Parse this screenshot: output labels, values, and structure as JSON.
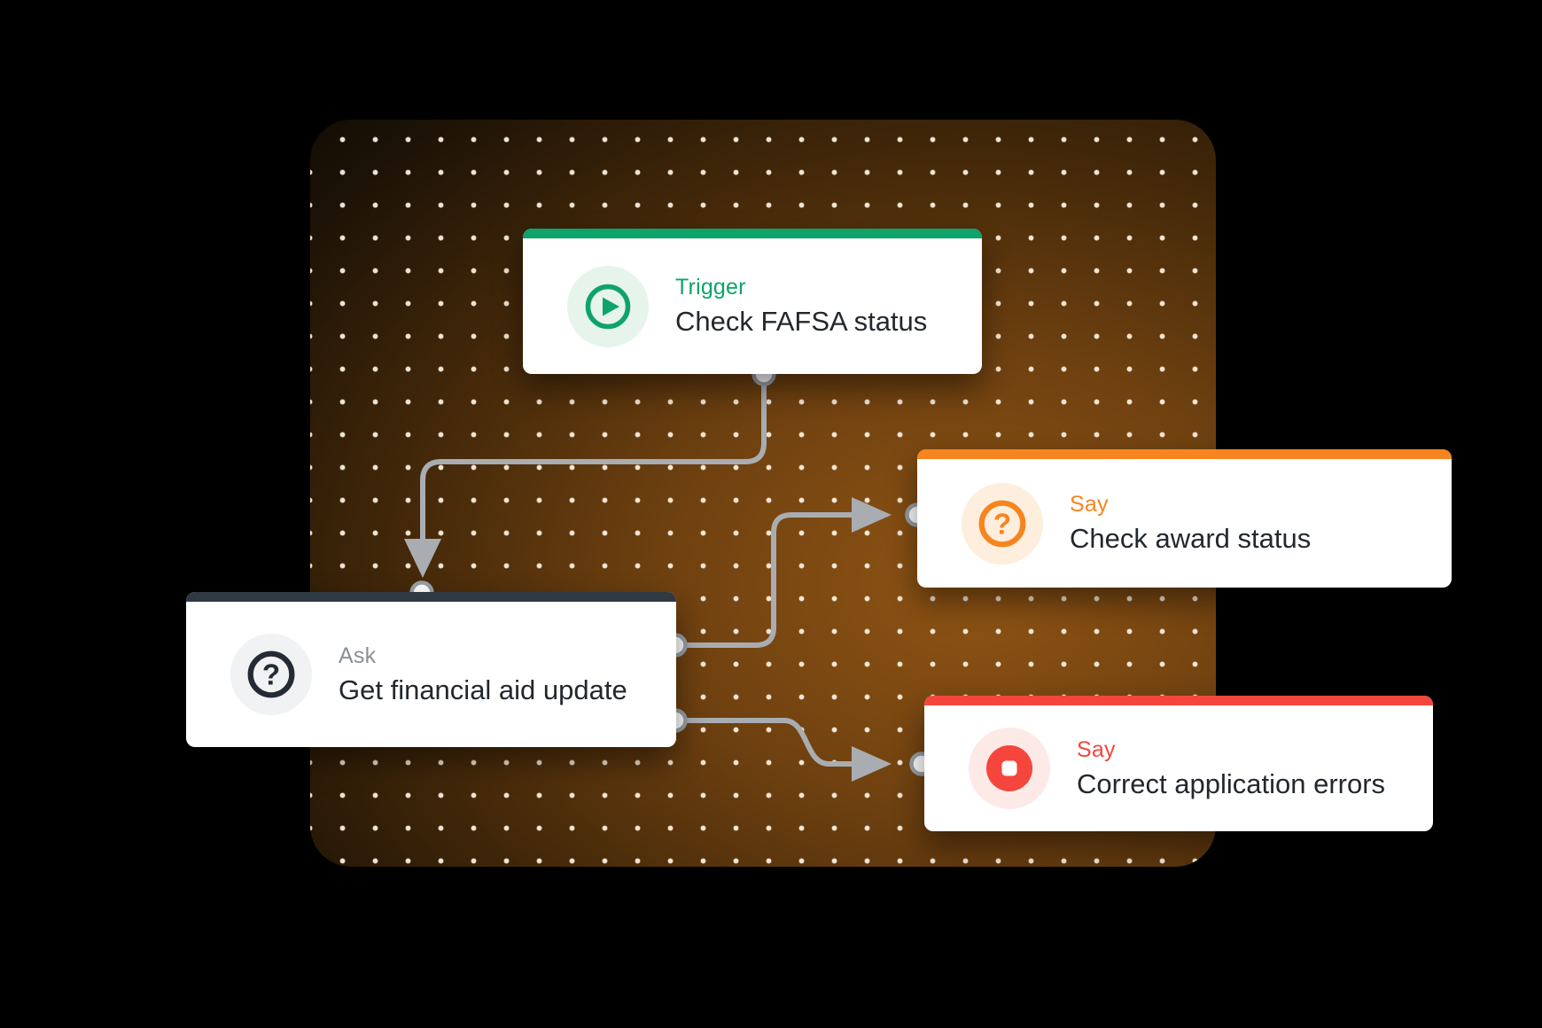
{
  "app": {
    "description": "Conversation workflow diagram"
  },
  "panel": {
    "glow_color": "#8f5414",
    "dot_color": "#fff4e5"
  },
  "connector": {
    "wire_color": "#a9adb2",
    "port_fill": "#ffffff",
    "port_ring_color": "#9aa0a6"
  },
  "nodes": [
    {
      "id": "trigger",
      "type_label": "Trigger",
      "title": "Check FAFSA status",
      "accent": "#0ea36a",
      "label_color": "#0ea36a",
      "icon": "play-circle-icon"
    },
    {
      "id": "ask",
      "type_label": "Ask",
      "title": "Get financial aid update",
      "accent": "#2f3943",
      "label_color": "#8a9097",
      "icon": "question-circle-icon"
    },
    {
      "id": "say-award",
      "type_label": "Say",
      "title": "Check award status",
      "accent": "#f6851f",
      "label_color": "#f6851f",
      "icon": "question-circle-icon"
    },
    {
      "id": "say-errors",
      "type_label": "Say",
      "title": "Correct application errors",
      "accent": "#f5463d",
      "label_color": "#f5463d",
      "icon": "stop-circle-icon"
    }
  ],
  "edges": [
    {
      "from": "trigger",
      "to": "ask"
    },
    {
      "from": "ask",
      "to": "say-award"
    },
    {
      "from": "ask",
      "to": "say-errors"
    }
  ]
}
